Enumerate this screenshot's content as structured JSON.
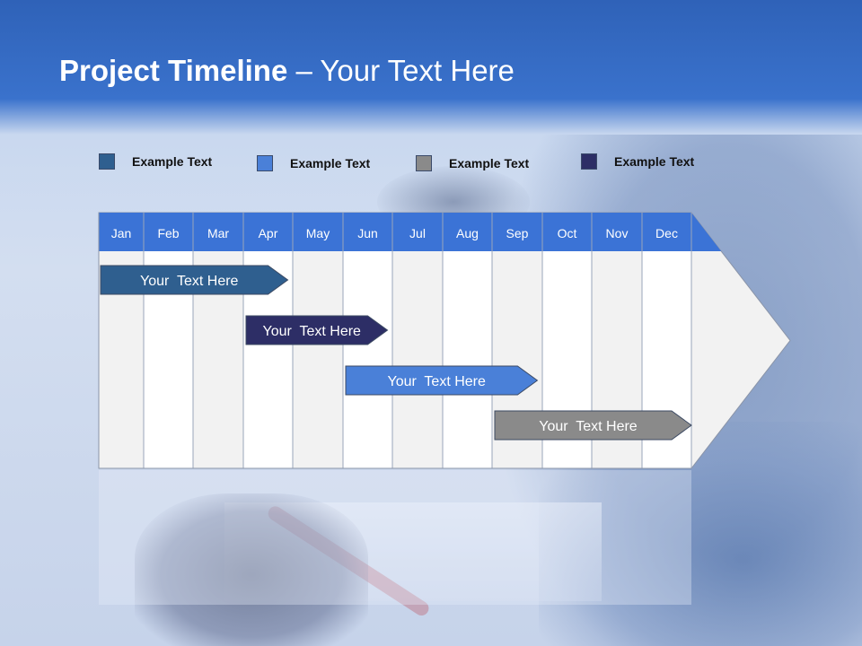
{
  "slide": {
    "title_bold": "Project Timeline",
    "title_rest": " – Your Text Here"
  },
  "legend": [
    {
      "label": "Example Text",
      "color": "#2f5f8f"
    },
    {
      "label": "Example Text",
      "color": "#4a80d8"
    },
    {
      "label": "Example Text",
      "color": "#8a8a8a"
    },
    {
      "label": "Example Text",
      "color": "#2d2e66"
    }
  ],
  "timeline": {
    "months": [
      "Jan",
      "Feb",
      "Mar",
      "Apr",
      "May",
      "Jun",
      "Jul",
      "Aug",
      "Sep",
      "Oct",
      "Nov",
      "Dec"
    ],
    "header_color": "#3b73d6",
    "tasks": [
      {
        "label": "Your  Text Here",
        "start_month": "Jan",
        "end_month": "Apr",
        "color": "#2f5f8f"
      },
      {
        "label": "Your  Text Here",
        "start_month": "Apr",
        "end_month": "Jun",
        "color": "#2d2e66"
      },
      {
        "label": "Your  Text Here",
        "start_month": "Jun",
        "end_month": "Sep",
        "color": "#4a80d8"
      },
      {
        "label": "Your  Text Here",
        "start_month": "Sep",
        "end_month": "Dec",
        "color": "#8a8a8a"
      }
    ]
  }
}
